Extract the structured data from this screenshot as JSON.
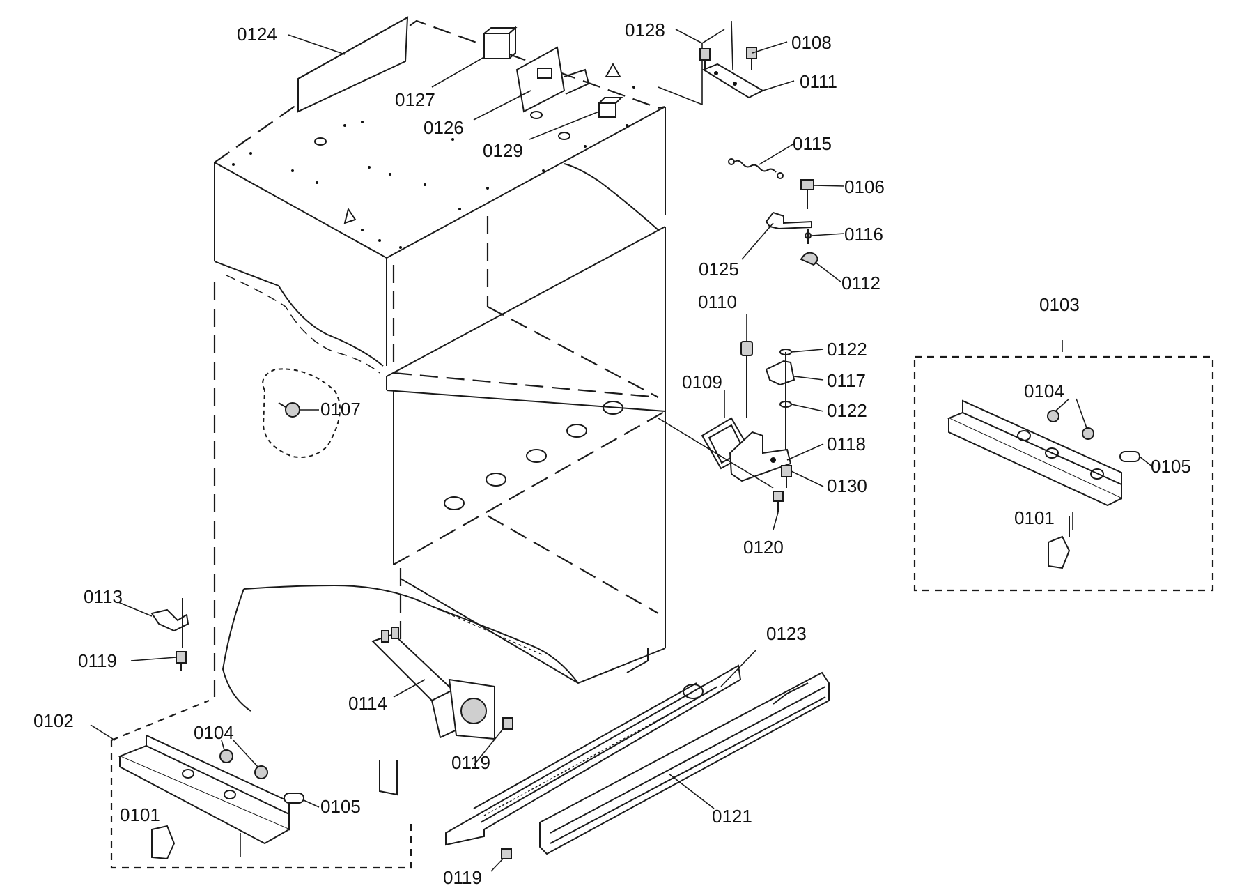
{
  "labels": {
    "l0124": "0124",
    "l0127": "0127",
    "l0126": "0126",
    "l0129": "0129",
    "l0128": "0128",
    "l0108": "0108",
    "l0111": "0111",
    "l0115": "0115",
    "l0106": "0106",
    "l0116": "0116",
    "l0125": "0125",
    "l0112": "0112",
    "l0110": "0110",
    "l0122a": "0122",
    "l0117": "0117",
    "l0122b": "0122",
    "l0109": "0109",
    "l0118": "0118",
    "l0130": "0130",
    "l0120": "0120",
    "l0107": "0107",
    "l0103": "0103",
    "l0104r": "0104",
    "l0105r": "0105",
    "l0101r": "0101",
    "l0113": "0113",
    "l0119a": "0119",
    "l0102": "0102",
    "l0104l": "0104",
    "l0105l": "0105",
    "l0101l": "0101",
    "l0114": "0114",
    "l0119b": "0119",
    "l0123": "0123",
    "l0121": "0121",
    "l0119c": "0119"
  }
}
